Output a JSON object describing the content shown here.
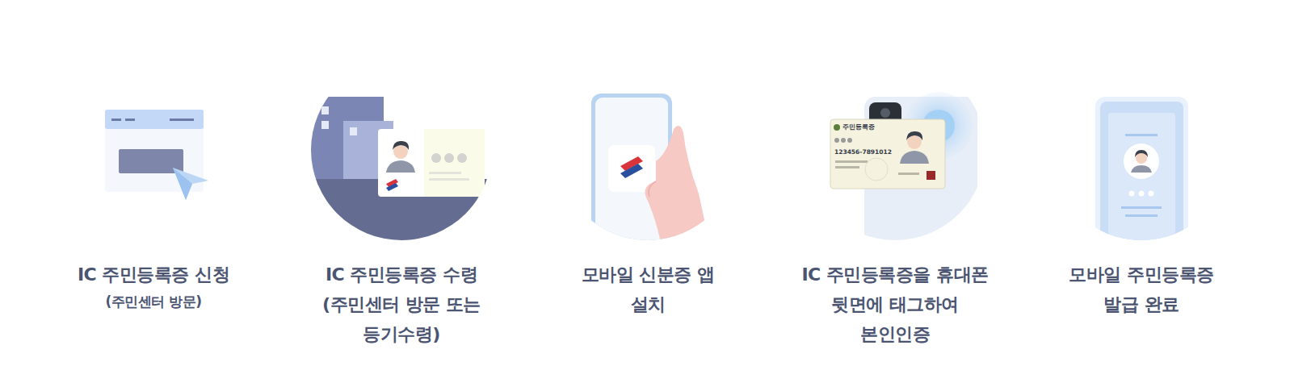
{
  "diagram": {
    "nodes": [
      {
        "text": [
          "IC 주민등록증 신청",
          "(주민센터 방문)"
        ]
      },
      {
        "text": [
          "IC 주민등록증 수령",
          "(주민센터 방문 또는 등기수령)"
        ]
      },
      {
        "text": [
          "모바일 신분증 앱 설치"
        ]
      },
      {
        "text": [
          "IC 주민등록증을 휴대폰 뒷면에 태그하여 본인인증"
        ]
      },
      {
        "text": [
          "모바일 주민등록증 발급 완료"
        ]
      }
    ],
    "edges": [
      {
        "from": 0,
        "to": 1,
        "arrow": "none"
      },
      {
        "from": 1,
        "to": 2,
        "arrow": "none"
      },
      {
        "from": 2,
        "to": 3,
        "arrow": "none"
      },
      {
        "from": 3,
        "to": 4,
        "arrow": "none"
      }
    ],
    "labels": [
      "주민등록증",
      "123456-7891012"
    ]
  }
}
